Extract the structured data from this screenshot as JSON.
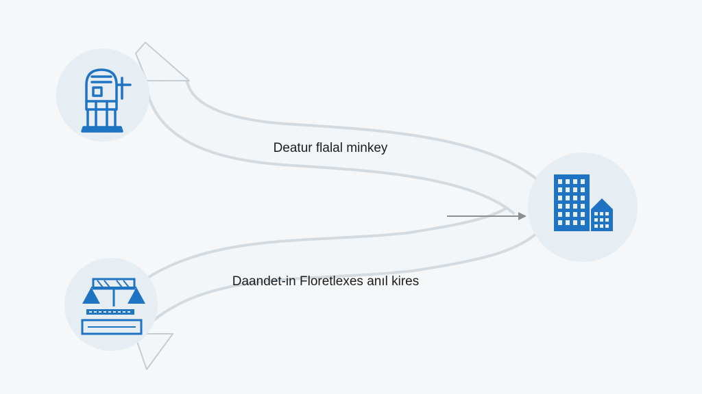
{
  "labels": {
    "upper_path": "Deatur flalal minkey",
    "lower_path": "Daandet-in Floretlexes anıl kires"
  },
  "colors": {
    "background": "#f5f7f8",
    "node_fill": "#e6edf3",
    "icon_blue": "#1f73c3",
    "ribbon_fill": "#f3f6f8",
    "ribbon_edge": "#d3dbe1",
    "arrow_gray": "#8a8f94",
    "text": "#1c1c1c"
  },
  "nodes": [
    {
      "id": "top-left",
      "icon": "machine-icon"
    },
    {
      "id": "bottom-left",
      "icon": "scale-icon"
    },
    {
      "id": "right",
      "icon": "office-buildings-icon"
    }
  ]
}
